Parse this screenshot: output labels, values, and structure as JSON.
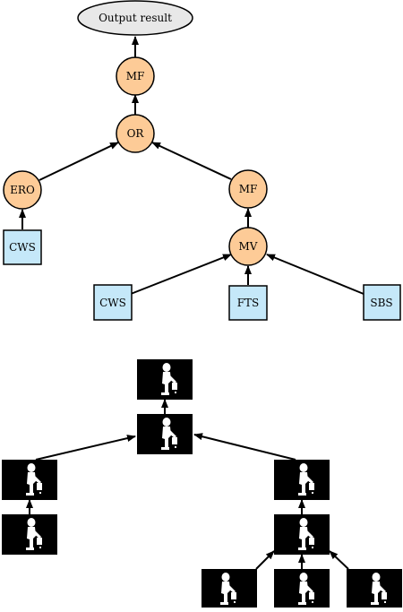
{
  "colors": {
    "operator_fill": "#fdcb97",
    "input_fill": "#c5e8f9",
    "output_fill": "#e8e8e8",
    "stroke": "#000000",
    "thumbnail_bg": "#000000",
    "silhouette": "#ffffff"
  },
  "flowchart": {
    "output": "Output result",
    "mf_top": "MF",
    "or": "OR",
    "ero": "ERO",
    "mf_right": "MF",
    "cws_left": "CWS",
    "mv": "MV",
    "cws_bottom": "CWS",
    "fts": "FTS",
    "sbs": "SBS"
  }
}
